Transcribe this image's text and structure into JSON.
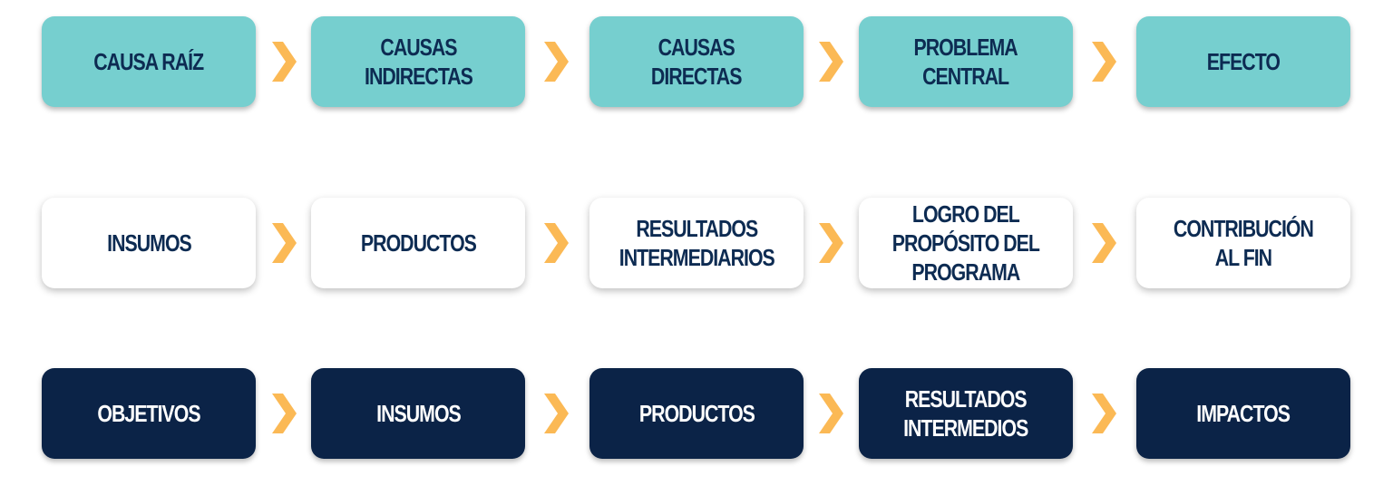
{
  "colors": {
    "teal": "#76cfcf",
    "navy": "#0b2347",
    "text_dark": "#0d2b52",
    "arrow": "#fbb955"
  },
  "rows": [
    {
      "style": "teal",
      "items": [
        {
          "label": "CAUSA RAÍZ"
        },
        {
          "label": "CAUSAS\nINDIRECTAS"
        },
        {
          "label": "CAUSAS\nDIRECTAS"
        },
        {
          "label": "PROBLEMA\nCENTRAL"
        },
        {
          "label": "EFECTO"
        }
      ]
    },
    {
      "style": "white",
      "items": [
        {
          "label": "INSUMOS"
        },
        {
          "label": "PRODUCTOS"
        },
        {
          "label": "RESULTADOS\nINTERMEDIARIOS"
        },
        {
          "label": "LOGRO DEL\nPROPÓSITO DEL\nPROGRAMA"
        },
        {
          "label": "CONTRIBUCIÓN\nAL FIN"
        }
      ]
    },
    {
      "style": "navy",
      "items": [
        {
          "label": "OBJETIVOS"
        },
        {
          "label": "INSUMOS"
        },
        {
          "label": "PRODUCTOS"
        },
        {
          "label": "RESULTADOS\nINTERMEDIOS"
        },
        {
          "label": "IMPACTOS"
        }
      ]
    }
  ],
  "icons": {
    "connector": "chevron-right-icon"
  }
}
